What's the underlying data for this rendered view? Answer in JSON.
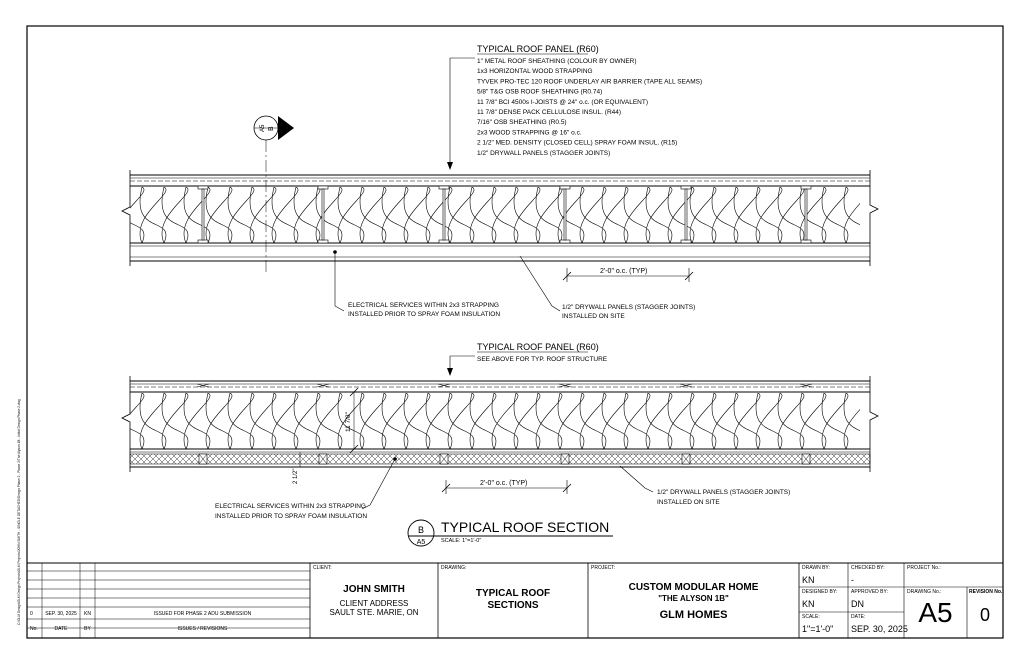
{
  "panel1": {
    "title": "TYPICAL ROOF PANEL (R60)",
    "layers": [
      "1\" METAL ROOF SHEATHING (COLOUR BY OWNER)",
      "1x3 HORIZONTAL WOOD STRAPPING",
      "TYVEK PRO-TEC 120 ROOF UNDERLAY AIR BARRIER (TAPE ALL SEAMS)",
      "5/8\" T&G OSB ROOF SHEATHING (R0.74)",
      "11 7/8\" BCI 4500s I-JOISTS @ 24\" o.c. (OR EQUIVALENT)",
      "11 7/8\" DENSE PACK CELLULOSE INSUL. (R44)",
      "7/16\" OSB SHEATHING (R0.5)",
      "2x3 WOOD STRAPPING @ 16\" o.c.",
      "2 1/2\" MED. DENSITY (CLOSED CELL) SPRAY FOAM INSUL. (R15)",
      "1/2\" DRYWALL PANELS (STAGGER JOINTS)"
    ],
    "dim": "2'-0\" o.c. (TYP)",
    "note_left": [
      "ELECTRICAL SERVICES WITHIN 2x3 STRAPPING",
      "INSTALLED PRIOR TO SPRAY FOAM INSULATION"
    ],
    "note_right": [
      "1/2\" DRYWALL PANELS (STAGGER JOINTS)",
      "INSTALLED ON SITE"
    ]
  },
  "panel2": {
    "title": "TYPICAL ROOF PANEL (R60)",
    "subtitle": "SEE ABOVE FOR TYP. ROOF STRUCTURE",
    "dim": "2'-0\" o.c. (TYP)",
    "dim_vert_a": "11 7/8\"",
    "dim_vert_b": "2 1/2\"",
    "note_left": [
      "ELECTRICAL SERVICES WITHIN 2x3 STRAPPING",
      "INSTALLED PRIOR TO SPRAY FOAM INSULATION"
    ],
    "note_right": [
      "1/2\" DRYWALL PANELS (STAGGER JOINTS)",
      "INSTALLED ON SITE"
    ]
  },
  "section_marker": {
    "letter": "B",
    "sheet": "A5"
  },
  "section_title": {
    "letter": "B",
    "sheet": "A5",
    "title": "TYPICAL ROOF SECTION",
    "scale": "SCALE: 1\"=1'-0\""
  },
  "revisions": {
    "row": {
      "no": "0",
      "date": "SEP. 30, 2025",
      "by": "KN",
      "issue": "ISSUED FOR PHASE 2 ADU SUBMISSION"
    },
    "headers": {
      "no": "No.",
      "date": "DATE",
      "by": "BY",
      "issue": "ISSUES / REVISIONS"
    }
  },
  "client": {
    "label": "CLIENT:",
    "name": "JOHN SMITH",
    "address1": "CLIENT ADDRESS",
    "address2": "SAULT STE. MARIE, ON"
  },
  "drawing": {
    "label": "DRAWING:",
    "title1": "TYPICAL ROOF",
    "title2": "SECTIONS"
  },
  "project": {
    "label": "PROJECT:",
    "name1": "CUSTOM MODULAR HOME",
    "name2": "\"THE ALYSON 1B\"",
    "company": "GLM HOMES"
  },
  "titleblock": {
    "drawn_by_label": "DRAWN BY:",
    "drawn_by": "KN",
    "checked_by_label": "CHECKED BY:",
    "checked_by": "-",
    "designed_by_label": "DESIGNED BY:",
    "designed_by": "KN",
    "approved_by_label": "APPROVED BY:",
    "approved_by": "DN",
    "scale_label": "SCALE:",
    "scale": "1\"=1'-0\"",
    "date_label": "DATE:",
    "date": "SEP. 30, 2025",
    "project_no_label": "PROJECT No.:",
    "drawing_no_label": "DRAWING No.:",
    "drawing_no": "A5",
    "revision_label": "REVISION No.:",
    "revision": "0"
  },
  "file_path": "C:\\GLM Design\\GLM Design Projects\\GLM Projects\\JOHN SMITH - SINGLE DETACHED\\Design Phase 2 - Phase 2\\The Alyson 1B - Initial Design Phase 2.dwg"
}
